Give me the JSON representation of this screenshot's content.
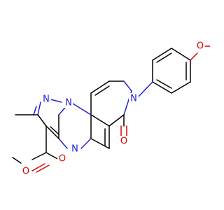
{
  "molecule": {
    "colors": {
      "bond": "#000000",
      "nitrogen": "#2020e0",
      "oxygen": "#e00000",
      "background": "#ffffff"
    },
    "atoms": {
      "n_aryl": "N",
      "o_methoxy": "O",
      "o_lactam": "O",
      "n_bridge": "N",
      "n_pyrazole": "N",
      "n_pyrimidine": "N",
      "o_ester_carbonyl": "O",
      "o_ester_ether": "O"
    }
  }
}
